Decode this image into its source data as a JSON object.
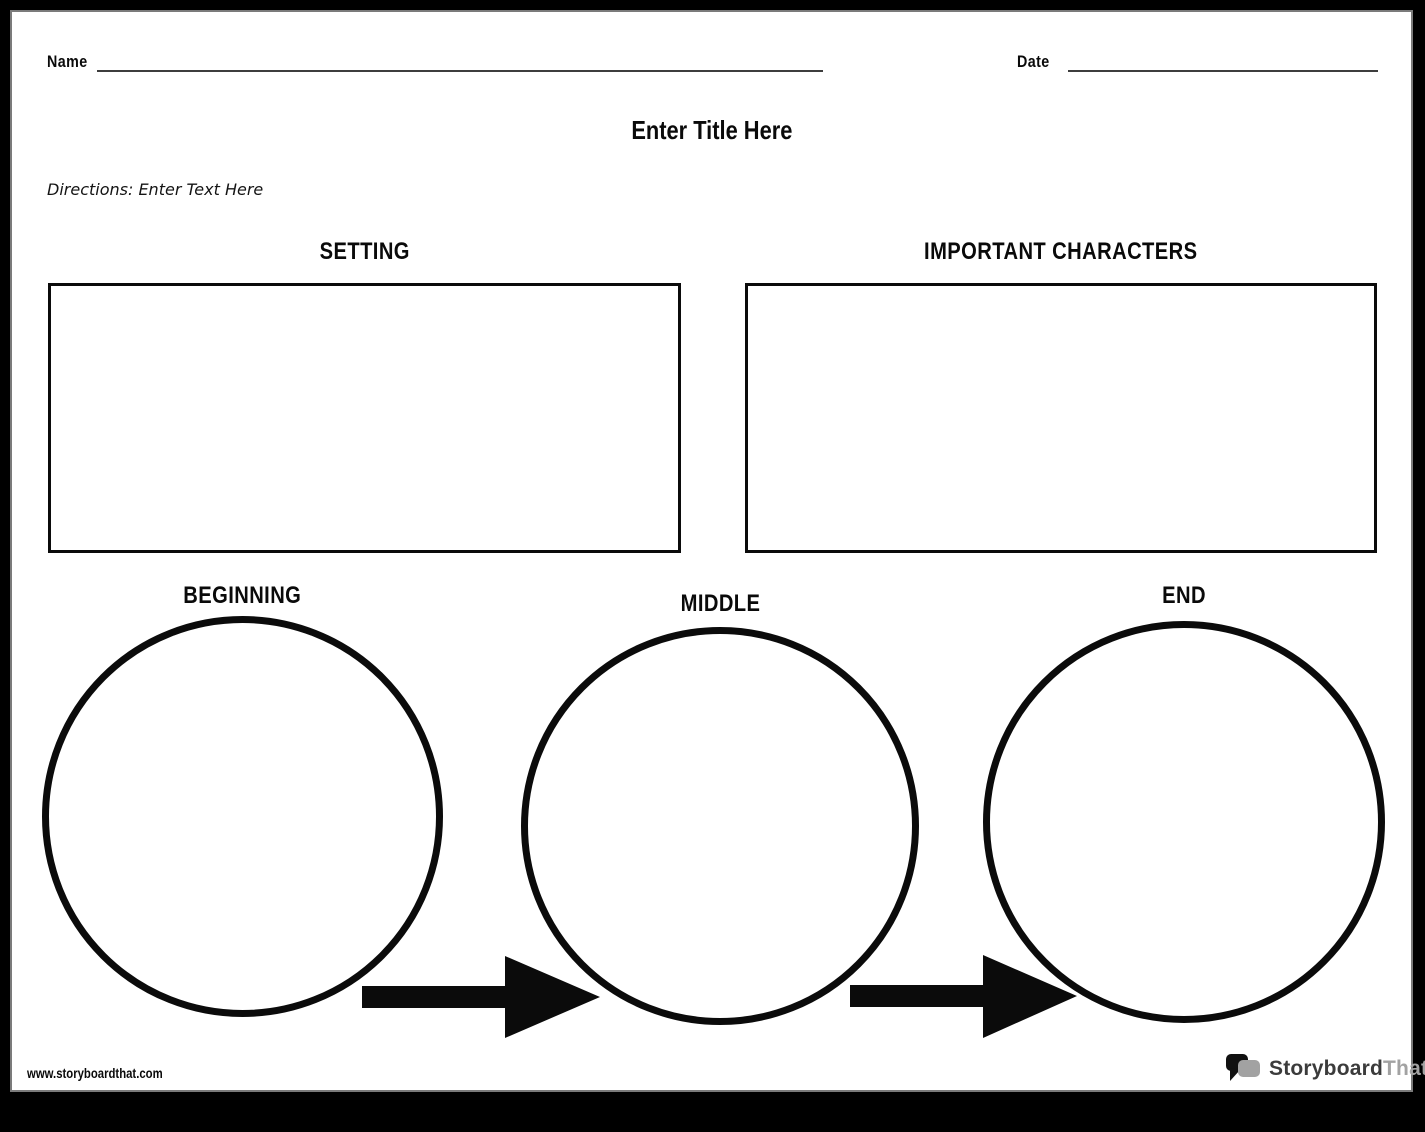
{
  "header": {
    "name_label": "Name",
    "date_label": "Date",
    "title": "Enter Title Here",
    "directions": "Directions: Enter Text Here"
  },
  "sections": [
    {
      "label": "SETTING"
    },
    {
      "label": "IMPORTANT CHARACTERS"
    }
  ],
  "sequence": [
    {
      "label": "BEGINNING"
    },
    {
      "label": "MIDDLE"
    },
    {
      "label": "END"
    }
  ],
  "footer": {
    "url": "www.storyboardthat.com",
    "brand_primary": "Storyboard",
    "brand_secondary": "That"
  },
  "icons": {
    "brand_icon": "speech-bubbles-icon",
    "arrow_icon": "right-arrow-icon"
  },
  "colors": {
    "ink": "#0b0b0b",
    "field_line": "#3d3d3d",
    "page_border": "#7b7b7b",
    "brand_dark": "#3b3b3b",
    "brand_gray": "#a2a2a2",
    "background": "#000000"
  }
}
